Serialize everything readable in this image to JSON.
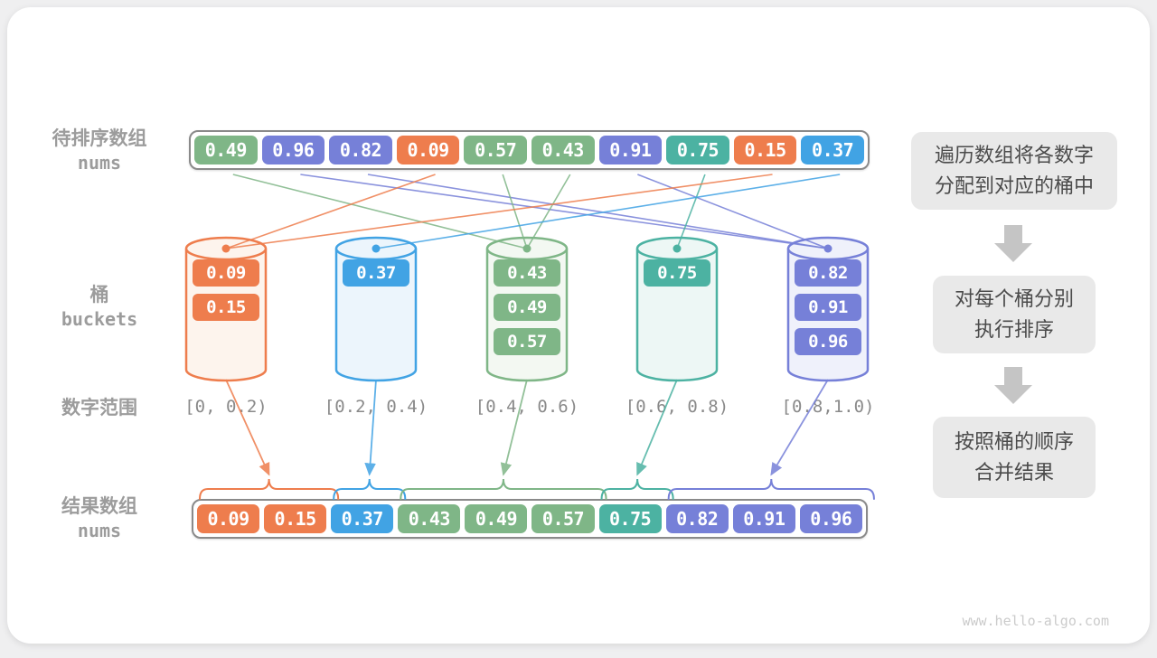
{
  "page": {
    "watermark": "www.hello-algo.com"
  },
  "colors": {
    "orange": "#ee7d4d",
    "blue": "#41a3e4",
    "green": "#7fb687",
    "teal": "#4cb2a2",
    "indigo": "#7680d8",
    "label_gray": "#9c9c9c"
  },
  "top_array": {
    "label_zh": "待排序数组",
    "label_en": "nums",
    "cells": [
      {
        "value": "0.49",
        "color": "green",
        "bucket": 2
      },
      {
        "value": "0.96",
        "color": "indigo",
        "bucket": 4
      },
      {
        "value": "0.82",
        "color": "indigo",
        "bucket": 4
      },
      {
        "value": "0.09",
        "color": "orange",
        "bucket": 0
      },
      {
        "value": "0.57",
        "color": "green",
        "bucket": 2
      },
      {
        "value": "0.43",
        "color": "green",
        "bucket": 2
      },
      {
        "value": "0.91",
        "color": "indigo",
        "bucket": 4
      },
      {
        "value": "0.75",
        "color": "teal",
        "bucket": 3
      },
      {
        "value": "0.15",
        "color": "orange",
        "bucket": 0
      },
      {
        "value": "0.37",
        "color": "blue",
        "bucket": 1
      }
    ]
  },
  "buckets": {
    "label_zh": "桶",
    "label_en": "buckets",
    "items": [
      {
        "color": "orange",
        "fill": "#fdf4ed",
        "values": [
          "0.09",
          "0.15"
        ],
        "range": "[0, 0.2)"
      },
      {
        "color": "blue",
        "fill": "#ecf5fc",
        "values": [
          "0.37"
        ],
        "range": "[0.2, 0.4)"
      },
      {
        "color": "green",
        "fill": "#f3f8f2",
        "values": [
          "0.43",
          "0.49",
          "0.57"
        ],
        "range": "[0.4, 0.6)"
      },
      {
        "color": "teal",
        "fill": "#edf7f5",
        "values": [
          "0.75"
        ],
        "range": "[0.6, 0.8)"
      },
      {
        "color": "indigo",
        "fill": "#eff1fb",
        "values": [
          "0.82",
          "0.91",
          "0.96"
        ],
        "range": "[0.8,1.0)"
      }
    ]
  },
  "ranges_label": "数字范围",
  "result_array": {
    "label_zh": "结果数组",
    "label_en": "nums",
    "cells": [
      {
        "value": "0.09",
        "color": "orange"
      },
      {
        "value": "0.15",
        "color": "orange"
      },
      {
        "value": "0.37",
        "color": "blue"
      },
      {
        "value": "0.43",
        "color": "green"
      },
      {
        "value": "0.49",
        "color": "green"
      },
      {
        "value": "0.57",
        "color": "green"
      },
      {
        "value": "0.75",
        "color": "teal"
      },
      {
        "value": "0.82",
        "color": "indigo"
      },
      {
        "value": "0.91",
        "color": "indigo"
      },
      {
        "value": "0.96",
        "color": "indigo"
      }
    ],
    "groups": [
      {
        "bucket": 0,
        "start": 0,
        "end": 1
      },
      {
        "bucket": 1,
        "start": 2,
        "end": 2
      },
      {
        "bucket": 2,
        "start": 3,
        "end": 5
      },
      {
        "bucket": 3,
        "start": 6,
        "end": 6
      },
      {
        "bucket": 4,
        "start": 7,
        "end": 9
      }
    ]
  },
  "flow_panel": {
    "steps": [
      {
        "line1": "遍历数组将各数字",
        "line2": "分配到对应的桶中"
      },
      {
        "line1": "对每个桶分别",
        "line2": "执行排序"
      },
      {
        "line1": "按照桶的顺序",
        "line2": "合并结果"
      }
    ]
  }
}
